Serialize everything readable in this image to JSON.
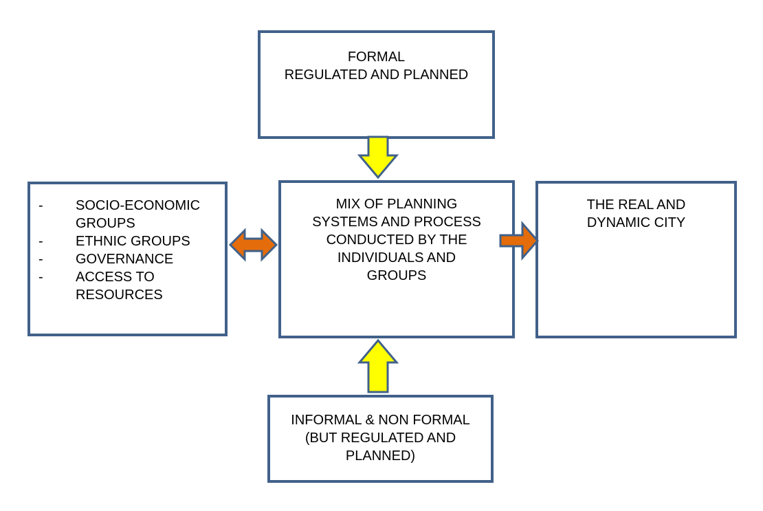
{
  "boxes": {
    "formal": {
      "lines": [
        "FORMAL",
        "REGULATED AND PLANNED"
      ]
    },
    "center": {
      "lines": [
        "MIX OF PLANNING",
        "SYSTEMS AND PROCESS",
        "CONDUCTED BY THE",
        "INDIVIDUALS AND",
        "GROUPS"
      ]
    },
    "right": {
      "lines": [
        "THE REAL AND",
        "DYNAMIC CITY"
      ]
    },
    "bottom": {
      "lines": [
        "INFORMAL & NON FORMAL",
        "(BUT REGULATED AND",
        "PLANNED)"
      ]
    },
    "left": {
      "bullet": "-",
      "items": [
        {
          "lines": [
            "SOCIO-ECONOMIC",
            "GROUPS"
          ]
        },
        {
          "lines": [
            "ETHNIC GROUPS"
          ]
        },
        {
          "lines": [
            "GOVERNANCE"
          ]
        },
        {
          "lines": [
            "ACCESS TO",
            "RESOURCES"
          ]
        }
      ]
    }
  },
  "colors": {
    "box_border": "#41618a",
    "arrow_yellow": "#ffff00",
    "arrow_orange": "#e46c0a",
    "arrow_outline": "#41618a"
  }
}
